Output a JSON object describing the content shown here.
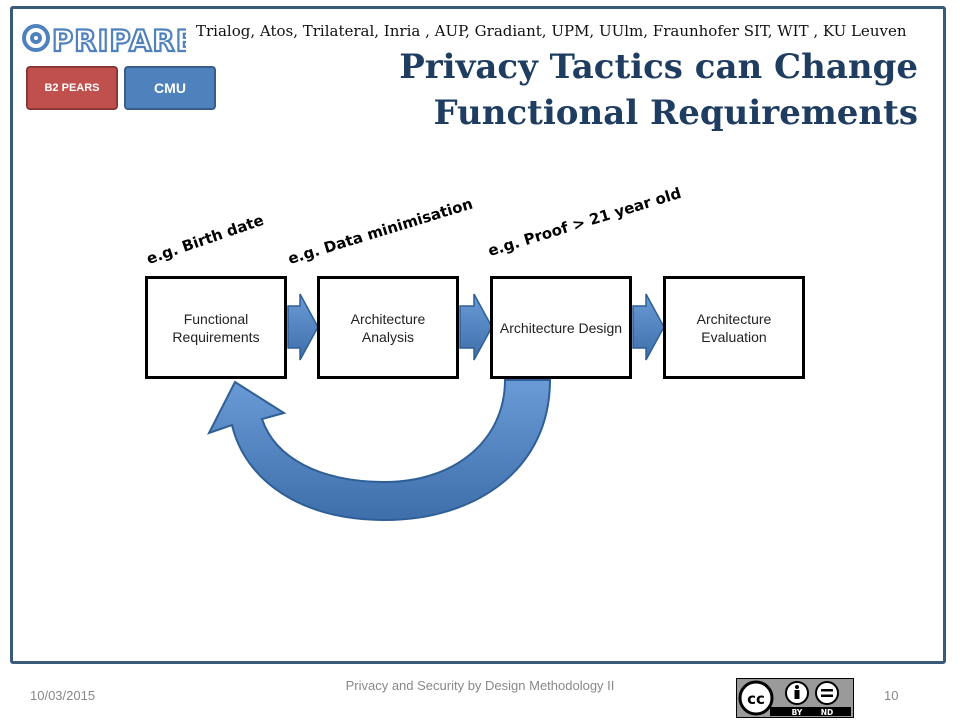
{
  "header": {
    "logo_text": "PRIPARE",
    "partners": "Trialog, Atos, Trilateral, Inria , AUP, Gradiant, UPM, UUlm, Fraunhofer SIT, WIT , KU Leuven",
    "tags": [
      "B2 PEARS",
      "CMU"
    ],
    "title_line1": "Privacy Tactics can Change",
    "title_line2": "Functional Requirements"
  },
  "diagram": {
    "boxes": [
      "Functional Requirements",
      "Architecture Analysis",
      "Architecture Design",
      "Architecture Evaluation"
    ],
    "examples": [
      "e.g. Birth date",
      "e.g. Data minimisation",
      "e.g. Proof > 21 year old"
    ]
  },
  "footer": {
    "date": "10/03/2015",
    "title": "Privacy and Security by Design Methodology II",
    "page": "10",
    "license_labels": [
      "BY",
      "ND"
    ]
  },
  "colors": {
    "accent": "#4f81bd",
    "accent_dark": "#385d8a",
    "title": "#1f3d60",
    "tag_red": "#c0504d"
  }
}
